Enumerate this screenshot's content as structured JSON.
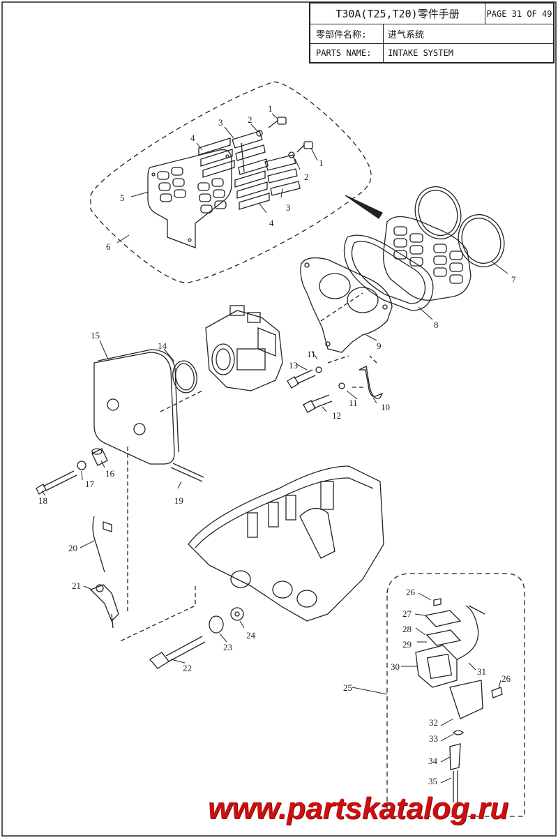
{
  "title_block": {
    "model": "T30A(T25,T20)零件手册",
    "page": "PAGE 31 OF 49",
    "cn_label": "零部件名称:",
    "cn_value": "进气系统",
    "en_label": "PARTS NAME:",
    "en_value": "INTAKE SYSTEM"
  },
  "callouts": [
    "1",
    "2",
    "3",
    "4",
    "5",
    "6",
    "1",
    "2",
    "3",
    "4",
    "7",
    "8",
    "9",
    "11",
    "13",
    "10",
    "11",
    "12",
    "15",
    "14",
    "16",
    "17",
    "18",
    "19",
    "20",
    "21",
    "22",
    "23",
    "24",
    "26",
    "27",
    "28",
    "29",
    "30",
    "31",
    "26",
    "25",
    "32",
    "33",
    "34",
    "35"
  ],
  "watermark": "www.partskatalog.ru",
  "colors": {
    "line": "#222222",
    "watermark": "#cc1010"
  }
}
